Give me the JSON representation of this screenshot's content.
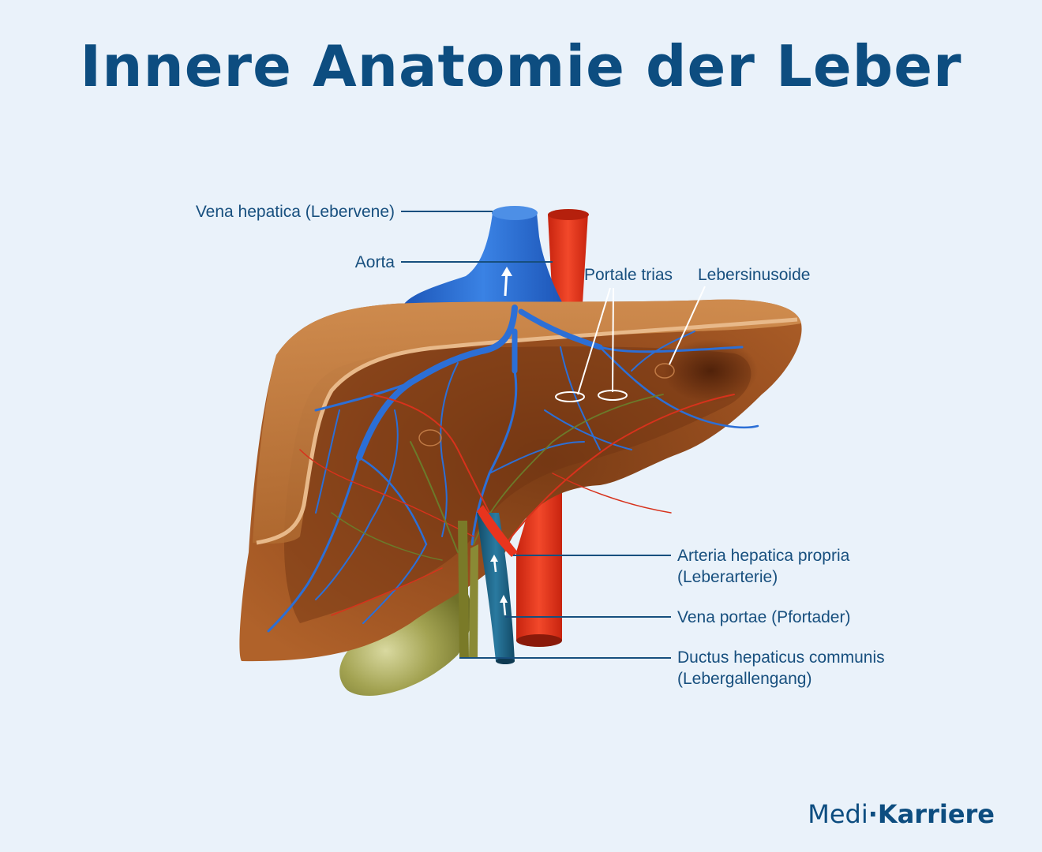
{
  "title": "Innere Anatomie der Leber",
  "labels": {
    "vena_hepatica": "Vena hepatica (Lebervene)",
    "aorta": "Aorta",
    "portale_trias": "Portale trias",
    "lebersinusoide": "Lebersinusoide",
    "arteria_line1": "Arteria hepatica propria",
    "arteria_line2": "(Leberarterie)",
    "vena_portae": "Vena portae (Pfortader)",
    "ductus_line1": "Ductus hepaticus communis",
    "ductus_line2": "(Lebergallengang)"
  },
  "brand": {
    "part1": "Medi",
    "part2": "Karriere"
  },
  "colors": {
    "title": "#0d4d80",
    "label": "#174f7e",
    "background": "#eaf2fa",
    "liver": "#a0561f",
    "aorta": "#e8341e",
    "vein": "#2a6fd1",
    "portal_vein": "#1a5f80",
    "bile": "#7f7f2b",
    "gallbladder": "#8e8f3e"
  }
}
